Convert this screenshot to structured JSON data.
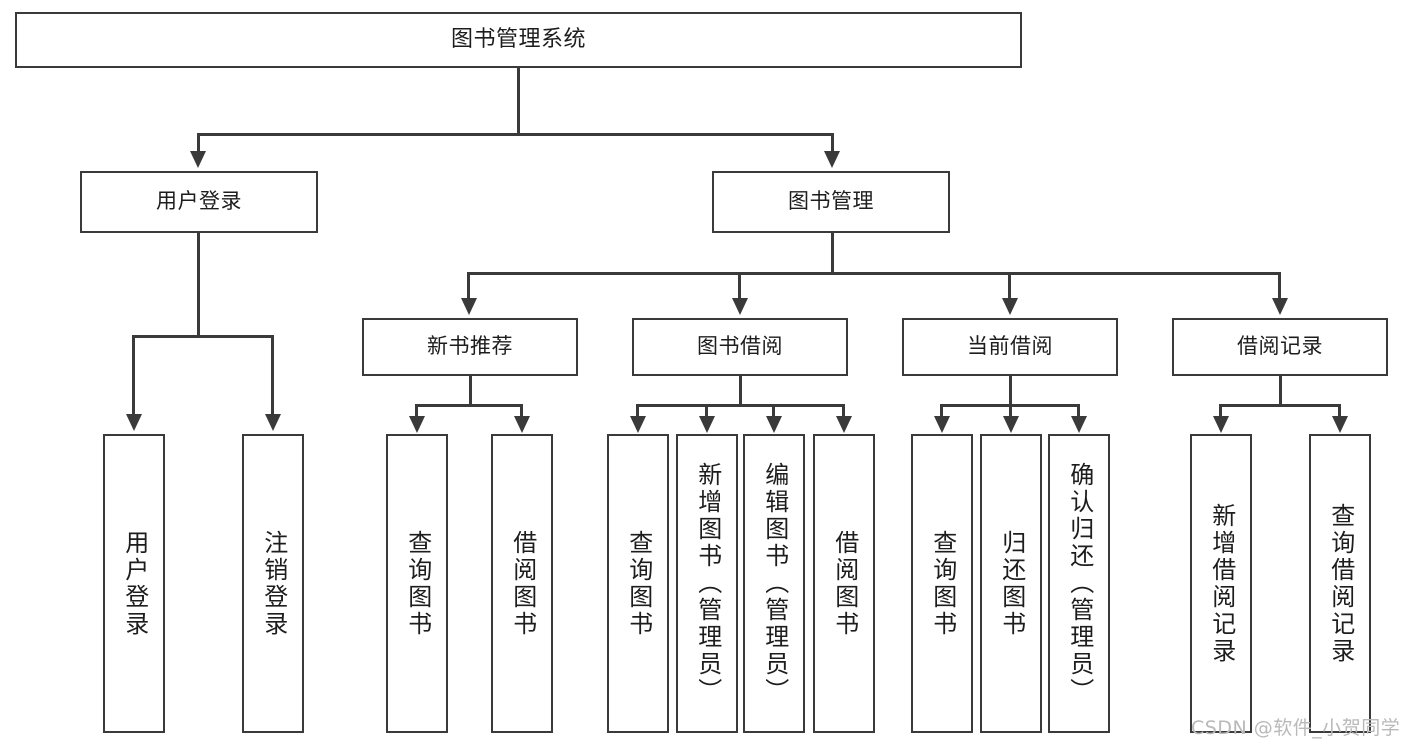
{
  "diagram": {
    "type": "tree",
    "title": "图书管理系统",
    "root": {
      "label": "图书管理系统"
    },
    "level1": [
      {
        "label": "用户登录"
      },
      {
        "label": "图书管理"
      }
    ],
    "level2": [
      {
        "label": "新书推荐"
      },
      {
        "label": "图书借阅"
      },
      {
        "label": "当前借阅"
      },
      {
        "label": "借阅记录"
      }
    ],
    "leaves": {
      "user_login": [
        {
          "label": "用户登录"
        },
        {
          "label": "注销登录"
        }
      ],
      "new_book_recommend": [
        {
          "label": "查询图书"
        },
        {
          "label": "借阅图书"
        }
      ],
      "book_borrow": [
        {
          "label": "查询图书"
        },
        {
          "label": "新增图书（管理员）"
        },
        {
          "label": "编辑图书（管理员）"
        },
        {
          "label": "借阅图书"
        }
      ],
      "current_borrow": [
        {
          "label": "查询图书"
        },
        {
          "label": "归还图书"
        },
        {
          "label": "确认归还（管理员）"
        }
      ],
      "borrow_record": [
        {
          "label": "新增借阅记录"
        },
        {
          "label": "查询借阅记录"
        }
      ]
    }
  },
  "watermark": {
    "text": "CSDN @软件_小贺同学"
  },
  "colors": {
    "background": "#ffffff",
    "stroke": "#3a3a3a",
    "text": "#1d1d1d",
    "watermark": "#b9b9b9"
  }
}
